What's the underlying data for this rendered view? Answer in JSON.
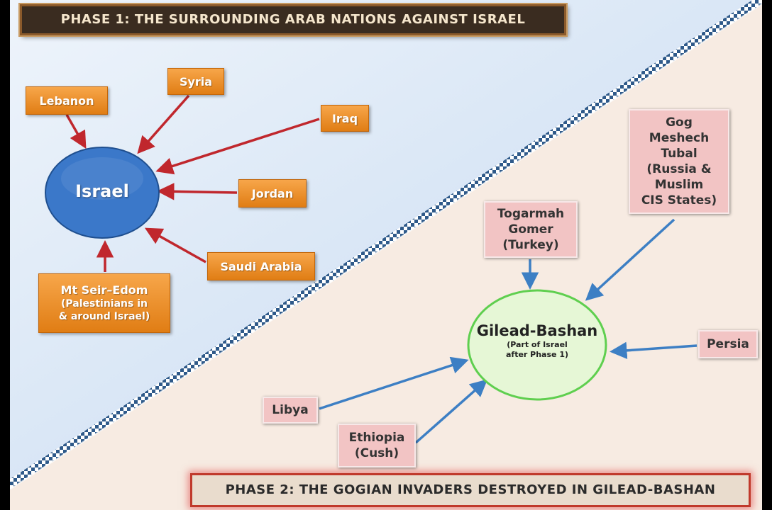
{
  "phase1": {
    "banner": "PHASE 1: THE SURROUNDING ARAB NATIONS AGAINST ISRAEL",
    "center": "Israel",
    "nations": {
      "lebanon": "Lebanon",
      "syria": "Syria",
      "iraq": "Iraq",
      "jordan": "Jordan",
      "saudi_arabia": "Saudi Arabia",
      "edom_line1": "Mt Seir–Edom",
      "edom_line2": "(Palestinians in",
      "edom_line3": "& around Israel)"
    }
  },
  "phase2": {
    "banner": "PHASE 2: THE GOGIAN INVADERS DESTROYED IN GILEAD-BASHAN",
    "center_title": "Gilead-Bashan",
    "center_sub1": "(Part of Israel",
    "center_sub2": "after Phase 1)",
    "nations": {
      "gog_line1": "Gog",
      "gog_line2": "Meshech",
      "gog_line3": "Tubal",
      "gog_line4": "(Russia &",
      "gog_line5": "Muslim",
      "gog_line6": "CIS States)",
      "togarmah_line1": "Togarmah",
      "togarmah_line2": "Gomer",
      "togarmah_line3": "(Turkey)",
      "persia": "Persia",
      "libya": "Libya",
      "ethiopia_line1": "Ethiopia",
      "ethiopia_line2": "(Cush)"
    }
  },
  "colors": {
    "phase1_arrow": "#c0272d",
    "phase2_arrow": "#3d7fc4",
    "israel_fill": "#3b78c9",
    "gilead_fill": "#e6f7d6",
    "gilead_border": "#5fcf4f",
    "orange_box": "#f0922e",
    "pink_box": "#f2c4c4"
  }
}
